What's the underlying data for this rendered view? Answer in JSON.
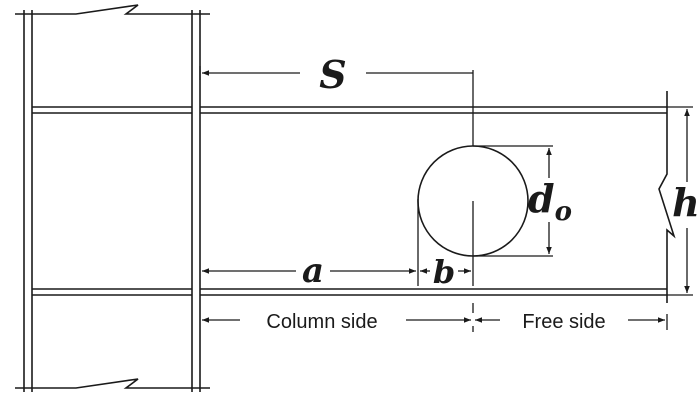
{
  "labels": {
    "s": "S",
    "a": "a",
    "b": "b",
    "d_main": "d",
    "d_sub": "o",
    "h": "h",
    "column_side": "Column side",
    "free_side": "Free side"
  },
  "colors": {
    "line": "#1a1a1a",
    "background": "#ffffff"
  }
}
